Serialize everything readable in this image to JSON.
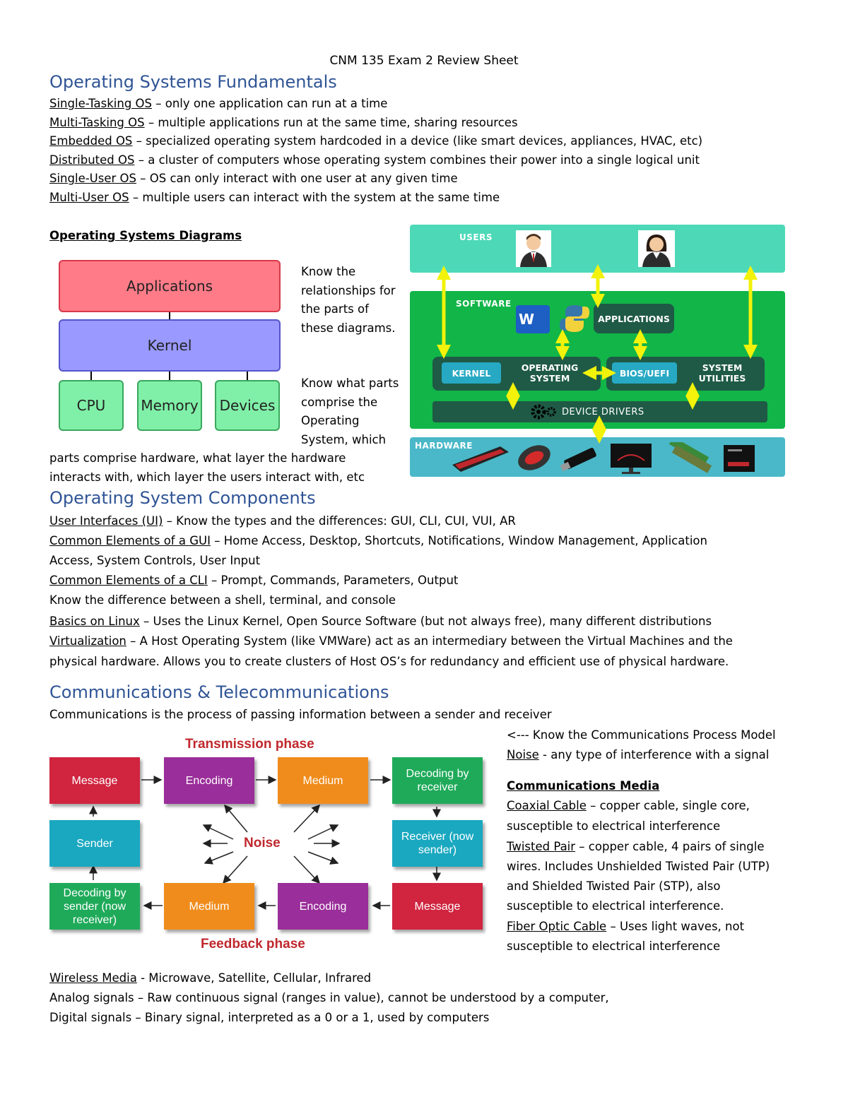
{
  "doc_title": "CNM 135 Exam 2 Review Sheet",
  "sec1": {
    "heading": "Operating Systems Fundamentals",
    "items": [
      {
        "term": "Single-Tasking OS",
        "desc": " – only one application can run at a time"
      },
      {
        "term": "Multi-Tasking OS",
        "desc": " – multiple applications run at the same time, sharing resources"
      },
      {
        "term": "Embedded OS",
        "desc": " – specialized operating system hardcoded in a device (like smart devices, appliances, HVAC, etc)"
      },
      {
        "term": "Distributed OS",
        "desc": " – a cluster of computers whose operating system combines their power into a single logical unit"
      },
      {
        "term": "Single-User OS",
        "desc": " – OS can only interact with one user at any given time"
      },
      {
        "term": "Multi-User OS",
        "desc": " – multiple users can interact with the system at the same time"
      }
    ]
  },
  "diagrams": {
    "heading": "Operating Systems Diagrams",
    "note1": "Know the relationships for the parts of these diagrams.",
    "note2a": "Know what parts comprise the Operating System, which",
    "note2b": "parts comprise hardware, what layer the hardware interacts with, which layer the users interact with, etc",
    "layer_left": {
      "applications": "Applications",
      "kernel": "Kernel",
      "cpu": "CPU",
      "memory": "Memory",
      "devices": "Devices",
      "colors": {
        "applications": "#ff7b88",
        "kernel": "#9999ff",
        "hardware": "#80f0a8"
      }
    },
    "layer_right": {
      "users": "USERS",
      "software": "SOFTWARE",
      "applications": "APPLICATIONS",
      "kernel": "KERNEL",
      "operating_system": "OPERATING SYSTEM",
      "bios": "BIOS/UEFI",
      "system_utilities": "SYSTEM UTILITIES",
      "device_drivers": "DEVICE DRIVERS",
      "hardware": "HARDWARE",
      "word_icon_letter": "W",
      "colors": {
        "users": "#4dd9b8",
        "software": "#11b548",
        "hardware": "#4ab8c8",
        "arrow": "#f2f20a"
      }
    }
  },
  "sec2": {
    "heading": "Operating System Components",
    "ui": {
      "term": "User Interfaces (UI)",
      "desc": " – Know the types and the differences: GUI, CLI, CUI, VUI, AR"
    },
    "gui": {
      "term": "Common Elements of a GUI",
      "desc": " – Home Access, Desktop, Shortcuts, Notifications, Window Management, Application",
      "desc2": "Access, System Controls, User Input"
    },
    "cli": {
      "term": "Common Elements of a CLI",
      "desc": " – Prompt, Commands, Parameters, Output"
    },
    "shell": "Know the difference between a shell, terminal, and console",
    "linux": {
      "term": "Basics on Linux",
      "desc": " – Uses the Linux Kernel, Open Source Software (but not always free), many different distributions"
    },
    "virt": {
      "term": "Virtualization",
      "desc": " – A Host Operating System (like VMWare) act as an intermediary between the Virtual Machines and the",
      "desc2": "physical hardware.  Allows you to create clusters of Host OS’s for redundancy and efficient use of physical hardware."
    }
  },
  "sec3": {
    "heading": "Communications & Telecommunications",
    "intro": "Communications is the process of passing information between a sender and receiver",
    "model_note": "<--- Know the Communications Process Model",
    "noise": {
      "term": "Noise",
      "desc": " - any type of interference with a signal"
    },
    "media_heading": "Communications Media",
    "coax": {
      "term": "Coaxial Cable",
      "desc": " – copper cable, single core,",
      "desc2": "susceptible to electrical interference"
    },
    "twisted": {
      "term": "Twisted Pair",
      "desc": " – copper cable, 4 pairs of single",
      "desc2": "wires.  Includes Unshielded Twisted Pair (UTP)",
      "desc3": "and Shielded Twisted Pair (STP), also",
      "desc4": "susceptible to electrical interference."
    },
    "fiber": {
      "term": "Fiber Optic Cable",
      "desc": " – Uses light waves, not",
      "desc2": "susceptible to electrical interference"
    },
    "wireless": {
      "term": "Wireless Media",
      "desc": " - Microwave, Satellite, Cellular, Infrared"
    },
    "analog": "Analog signals – Raw continuous signal (ranges in value), cannot be understood by a computer,",
    "digital": "Digital signals – Binary signal, interpreted as a 0 or a 1, used by computers",
    "model": {
      "transmission_phase": "Transmission phase",
      "feedback_phase": "Feedback phase",
      "noise": "Noise",
      "message_top": "Message",
      "encoding_top": "Encoding",
      "medium_top": "Medium",
      "decoding_receiver": "Decoding by receiver",
      "sender": "Sender",
      "receiver_now_sender": "Receiver (now sender)",
      "decoding_sender": "Decoding by sender (now receiver)",
      "medium_bottom": "Medium",
      "encoding_bottom": "Encoding",
      "message_bottom": "Message",
      "colors": {
        "red": "#d0243f",
        "purple": "#9a2e9a",
        "orange": "#f08c1c",
        "green": "#1faa5a",
        "teal": "#1aa8c0"
      }
    }
  }
}
